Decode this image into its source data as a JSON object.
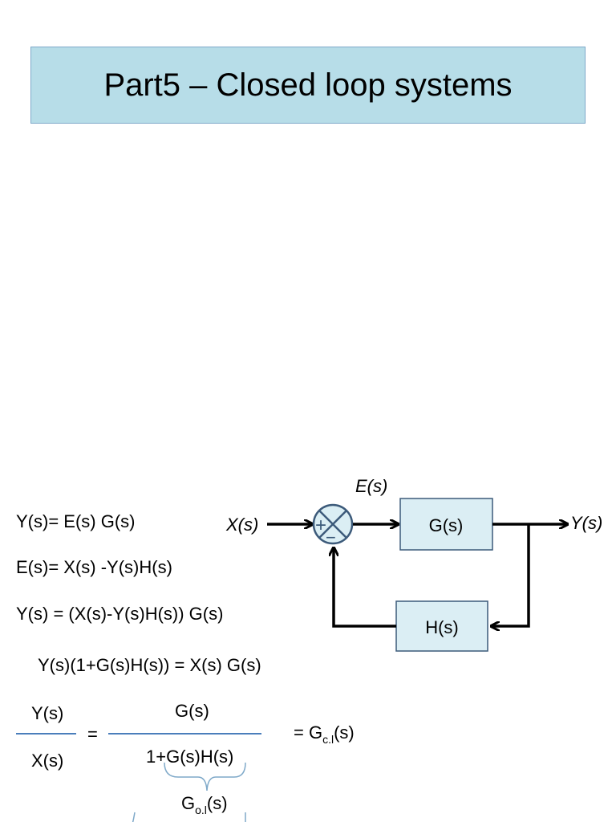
{
  "slide": {
    "title": "Part5 – Closed loop systems"
  },
  "equations": {
    "line1": "Y(s)=   E(s)  G(s)",
    "line2": "E(s)=  X(s) -Y(s)H(s)",
    "line3": "Y(s) =   (X(s)-Y(s)H(s)) G(s)",
    "line4": "Y(s)(1+G(s)H(s)) =   X(s)  G(s)",
    "frac_left_num": "Y(s)",
    "frac_left_den": "X(s)",
    "equals": "=",
    "frac_right_num": "G(s)",
    "frac_right_den": "1+G(s)H(s)",
    "gcl_prefix": "= G",
    "gcl_sub": "c.l",
    "gcl_suffix": "(s)",
    "gol_main": "G",
    "gol_sub": "o.l",
    "gol_suffix": "(s)"
  },
  "diagram": {
    "input_label": "X(s)",
    "output_label": "Y(s)",
    "error_label": "E(s)",
    "forward_block": "G(s)",
    "feedback_block": "H(s)",
    "plus_sign": "+",
    "minus_sign": "−",
    "block_fill": "#dbeef4",
    "block_stroke": "#3c5a7a",
    "summing_stroke": "#3c5a7a"
  }
}
